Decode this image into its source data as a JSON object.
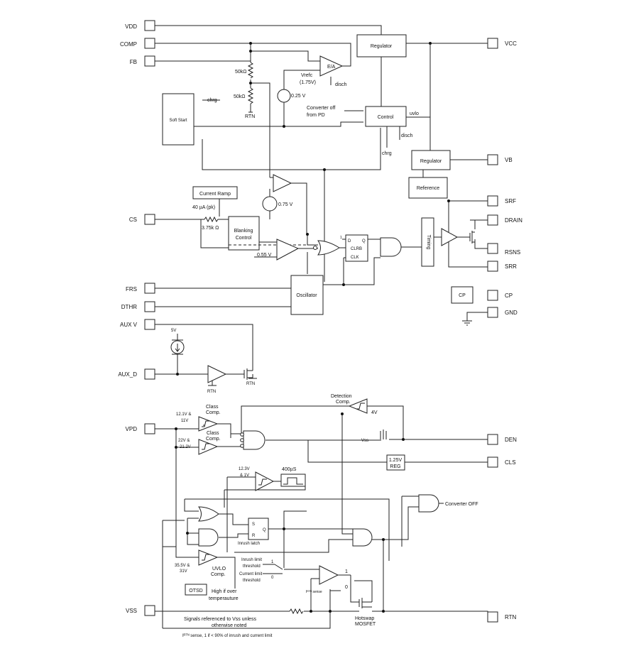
{
  "pins_left": [
    "VDD",
    "COMP",
    "FB",
    "CS",
    "FRS",
    "DTHR",
    "AUX V",
    "AUX_D",
    "VPD",
    "VSS"
  ],
  "pins_right": [
    "VCC",
    "VB",
    "SRF",
    "DRAIN",
    "RSNS",
    "SRR",
    "CP",
    "GND",
    "DEN",
    "CLS",
    "RTN"
  ],
  "blocks": {
    "regulator_top": "Regulator",
    "control": "Control",
    "soft_start": "Soft Start",
    "regulator_vb": "Regulator",
    "reference": "Reference",
    "current_ramp": "Current Ramp",
    "blanking_1": "Blanking",
    "blanking_2": "Control",
    "oscillator": "Oscillator",
    "timing": "Timing",
    "cp": "CP",
    "reg_125_a": "1.25V",
    "reg_125_b": "REG",
    "otsd": "OTSD"
  },
  "labels": {
    "r50k_1": "50kΩ",
    "r50k_2": "50kΩ",
    "rtn_1": "RTN",
    "ea": "E/A",
    "vrefc_1": "Vrefc",
    "vrefc_2": "(1.75V)",
    "disch_ea": "disch",
    "v025": "0.25 V",
    "chrg_in": "chrg",
    "conv_off_1": "Converter off",
    "conv_off_2": "from PD",
    "uvlo": "uvlo",
    "disch": "disch",
    "chrg_out": "chrg",
    "i40": "40 µA (pk)",
    "r375": "3.75k Ω",
    "v075": "0.75 V",
    "v055": "0.55 V",
    "ff_d": "D",
    "ff_q": "Q",
    "ff_clrb": "CLRB",
    "ff_clk": "CLK",
    "ff_one": "1",
    "v5": "5V",
    "rtn_2": "RTN",
    "rtn_3": "RTN",
    "class_comp_1a": "Class",
    "class_comp_1b": "Comp.",
    "class_comp_2a": "Class",
    "class_comp_2b": "Comp.",
    "th_121_a": "12.1V &",
    "th_121_b": "11V",
    "th_22_a": "22V &",
    "th_22_b": "21.2V",
    "det_comp_a": "Detection",
    "det_comp_b": "Comp.",
    "v4": "4V",
    "vss_small": "Vss",
    "th_123_a": "12.3V",
    "th_123_b": "& 1V",
    "t400": "400µS",
    "converter_off": "Converter OFF",
    "latch_s": "S",
    "latch_r": "R",
    "latch_q": "Q",
    "inrush_latch": "Inrush latch",
    "inrush_th_a": "Inrush limit",
    "inrush_th_b": "threshold",
    "current_th_a": "Current limit",
    "current_th_b": "threshold",
    "mux_1": "1",
    "mux_0": "0",
    "th_355_a": "35.5V &",
    "th_355_b": "31V",
    "uvlo_comp_a": "UVLO",
    "uvlo_comp_b": "Comp.",
    "high_temp_a": "High if over",
    "high_temp_b": "temperauture",
    "irtn_sense": "Iᴿᵀᴺ sense",
    "one_out": "1",
    "zero_out": "0",
    "signals_note_a": "Signals referenced to Vss unless",
    "signals_note_b": "otherwise noted",
    "hotswap_a": "Hotswap",
    "hotswap_b": "MOSFET",
    "irtn_note": "Iᴿᵀᴺ sense, 1 if < 90% of inrush and current limit"
  }
}
